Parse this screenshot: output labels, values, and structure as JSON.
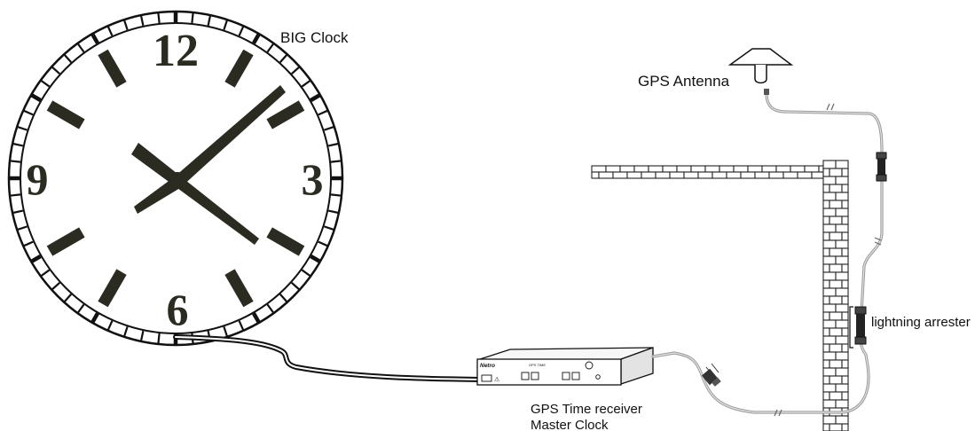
{
  "labels": {
    "clock": "BIG Clock",
    "antenna": "GPS Antenna",
    "arrester": "lightning arrester",
    "receiver_line1": "GPS Time receiver",
    "receiver_line2": "Master Clock"
  },
  "clock_face": {
    "numerals": {
      "twelve": "12",
      "three": "3",
      "six": "6",
      "nine": "9"
    }
  },
  "device": {
    "brand": "Netro",
    "panel_text": "GPS TIME"
  },
  "colors": {
    "clock_ink": "#2b2b22",
    "cable": "#9a9a9a",
    "brick_line": "#222222"
  }
}
